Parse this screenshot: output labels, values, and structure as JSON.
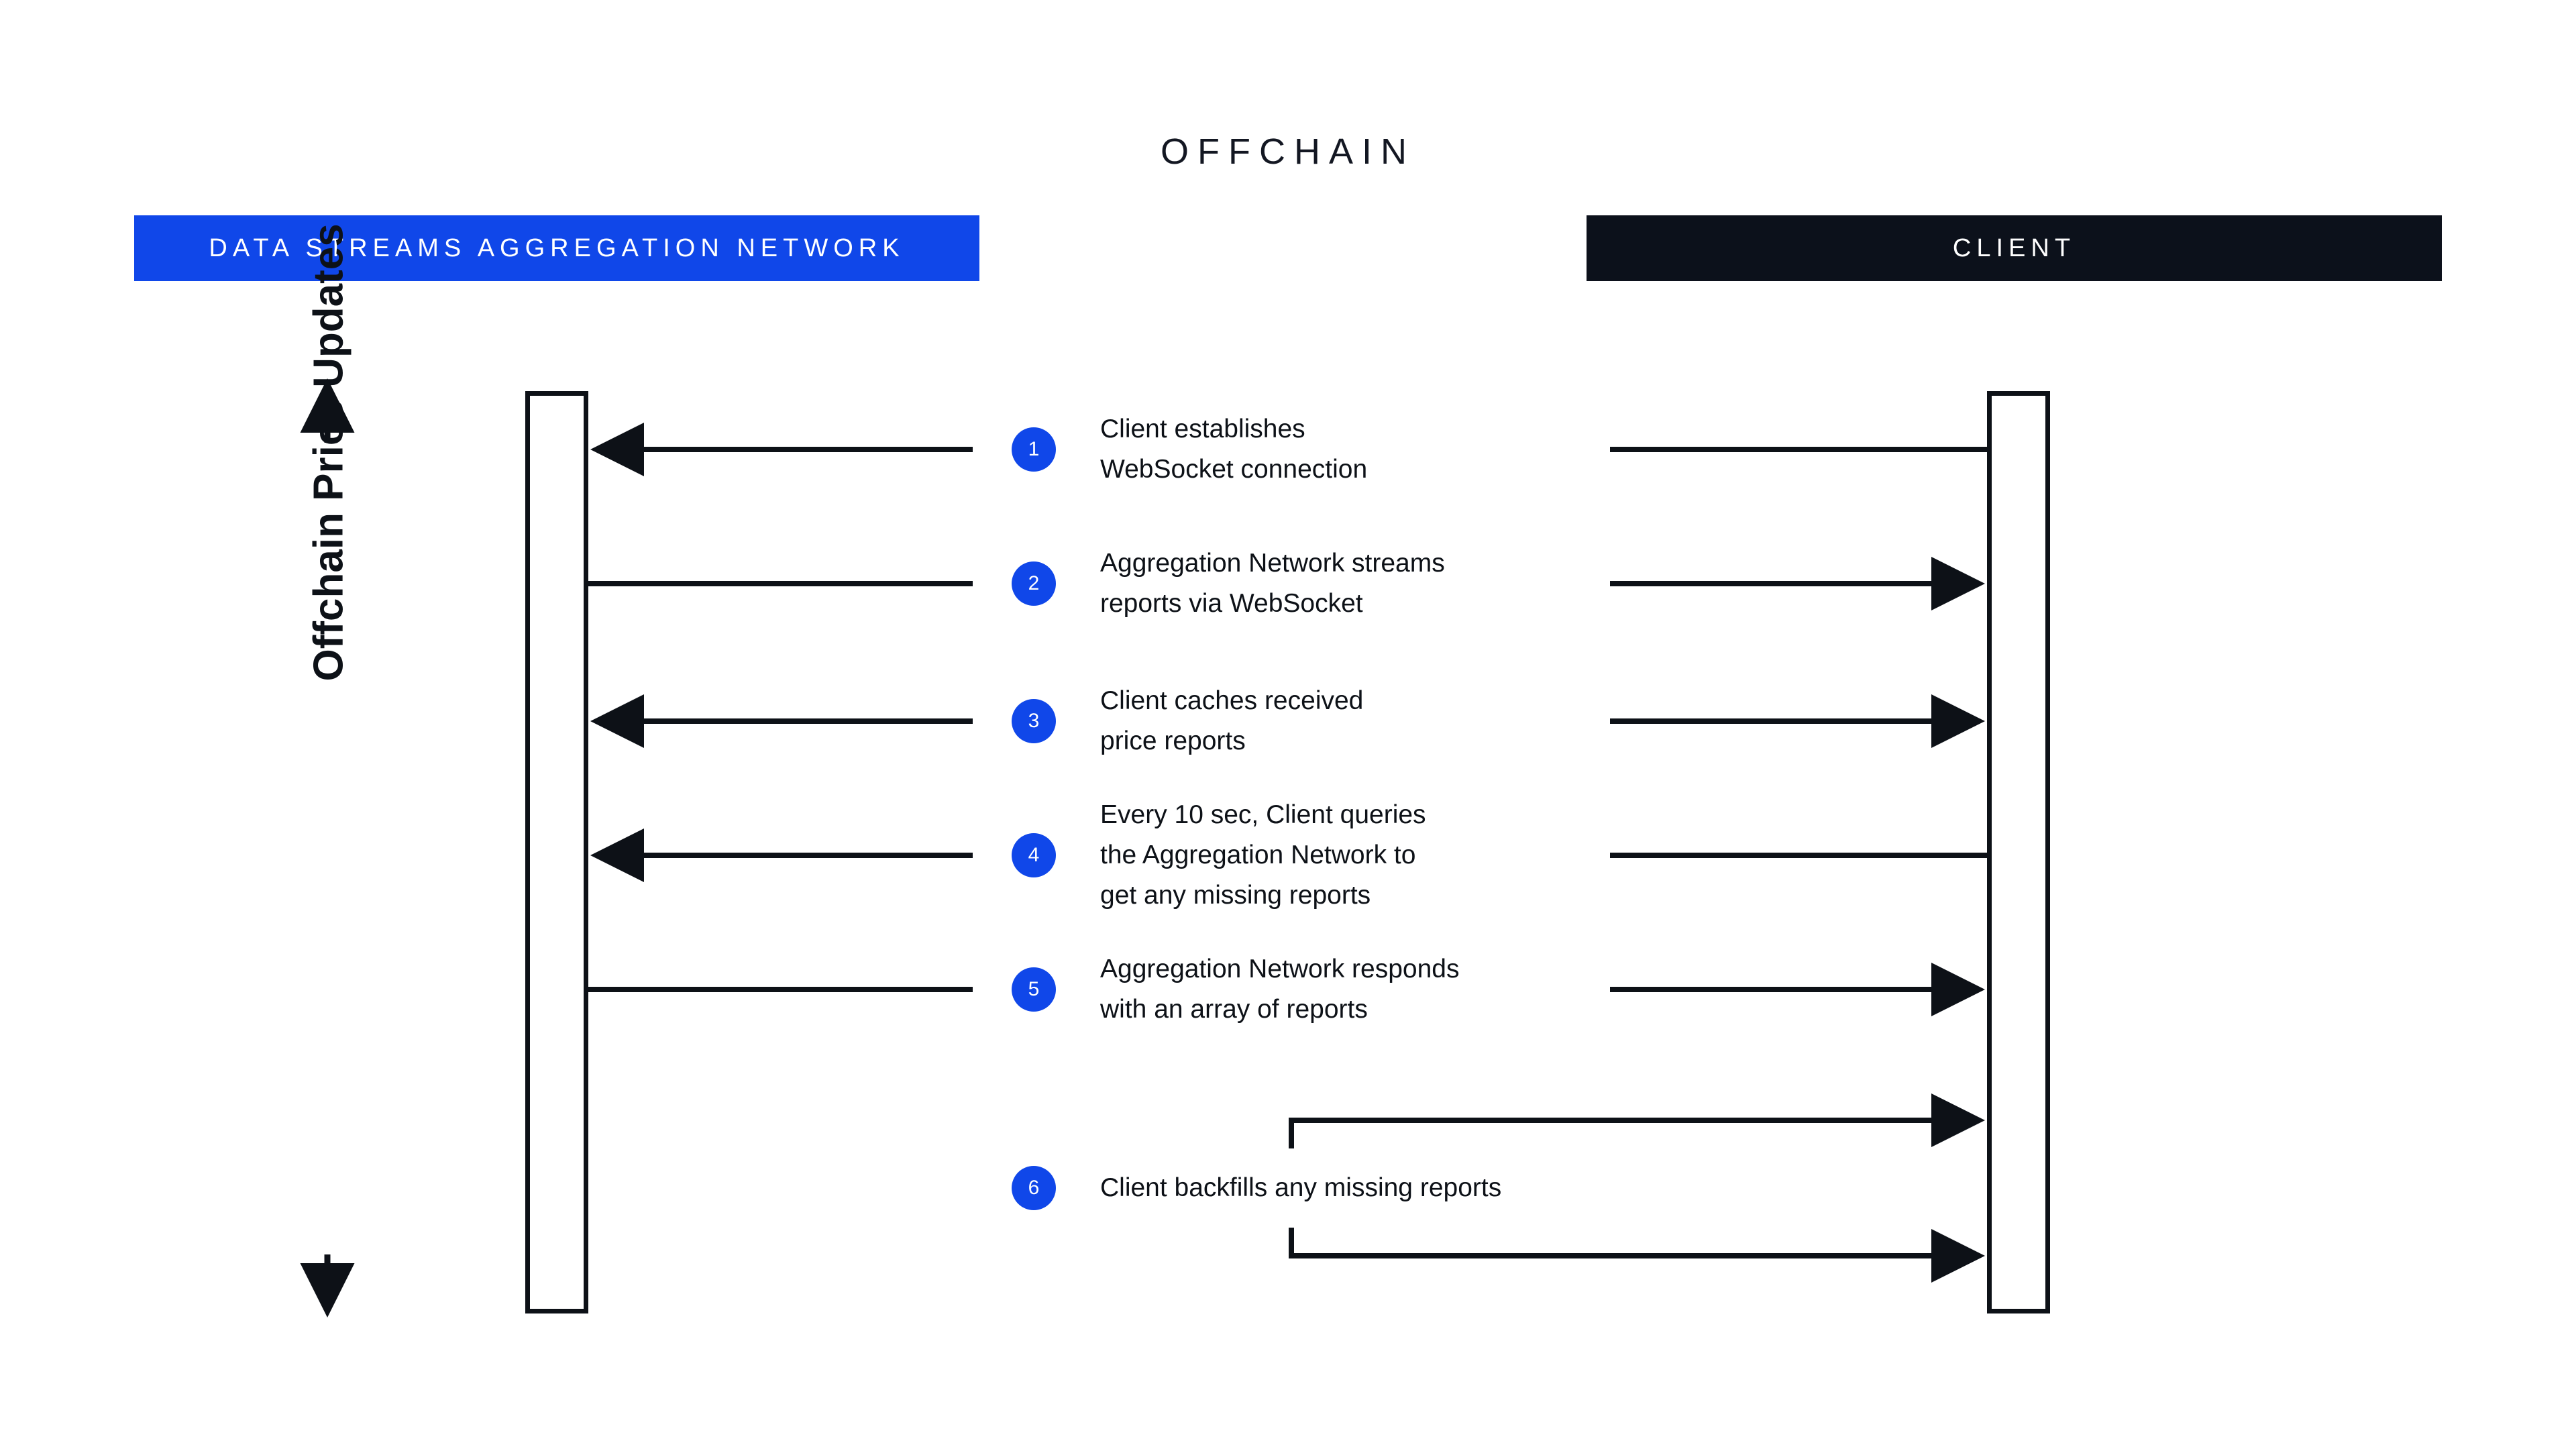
{
  "diagram": {
    "title": "OFFCHAIN",
    "colors": {
      "accent_blue": "#1047e9",
      "dark": "#0c111b",
      "text": "#0d1117",
      "background": "#ffffff"
    },
    "lanes": [
      {
        "id": "network",
        "label": "DATA STREAMS AGGREGATION NETWORK",
        "bar_color": "#1047e9"
      },
      {
        "id": "client",
        "label": "CLIENT",
        "bar_color": "#0c111b"
      }
    ],
    "axis_label": "Offchain Price Updates",
    "steps": [
      {
        "number": "1",
        "text": "Client establishes\nWebSocket connection",
        "left_arrow": "left",
        "right_arrow": "none"
      },
      {
        "number": "2",
        "text": "Aggregation Network streams\nreports via WebSocket",
        "left_arrow": "none",
        "right_arrow": "right"
      },
      {
        "number": "3",
        "text": "Client caches received\nprice reports",
        "left_arrow": "left",
        "right_arrow": "right"
      },
      {
        "number": "4",
        "text": "Every 10 sec, Client queries\nthe Aggregation Network to\nget any missing reports",
        "left_arrow": "left",
        "right_arrow": "none"
      },
      {
        "number": "5",
        "text": "Aggregation Network responds\nwith an array of reports",
        "left_arrow": "none",
        "right_arrow": "right"
      },
      {
        "number": "6",
        "text": "Client backfills any missing reports",
        "left_arrow": "none",
        "right_arrow": "right"
      }
    ]
  }
}
